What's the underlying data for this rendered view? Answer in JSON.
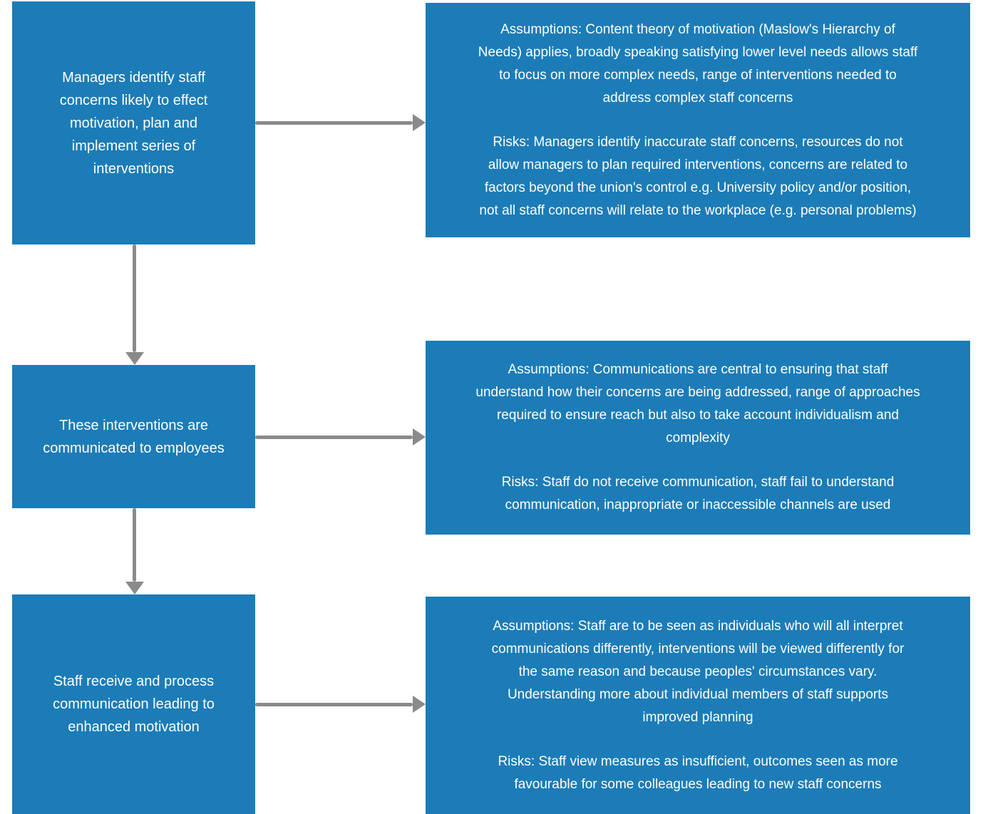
{
  "colors": {
    "node_fill": "#1c7cb7",
    "node_text": "#ffffff",
    "arrow": "#8a8a8a",
    "background": "#ffffff"
  },
  "flow": {
    "steps": [
      {
        "label": "Managers identify staff\nconcerns likely to effect\nmotivation, plan and\nimplement series of\ninterventions"
      },
      {
        "label": "These interventions are\ncommunicated to employees"
      },
      {
        "label": "Staff receive and process\ncommunication leading to\nenhanced motivation"
      }
    ],
    "notes": [
      {
        "assumptions": "Assumptions: Content theory of motivation (Maslow's Hierarchy of\nNeeds) applies, broadly speaking satisfying lower level needs allows staff\nto focus on more complex needs, range of interventions needed to\naddress complex staff concerns",
        "risks": "Risks: Managers identify inaccurate staff concerns, resources do not\nallow managers to plan required interventions, concerns are related to\nfactors beyond the union's control e.g. University policy and/or position,\nnot all staff concerns will relate to the workplace (e.g. personal problems)"
      },
      {
        "assumptions": "Assumptions: Communications are central to ensuring that staff\nunderstand how their concerns are being addressed, range of approaches\nrequired to ensure reach but also to take account individualism and\ncomplexity",
        "risks": "Risks: Staff do not receive communication, staff fail to understand\ncommunication, inappropriate or inaccessible channels are used"
      },
      {
        "assumptions": "Assumptions: Staff are to be seen as individuals who will all interpret\ncommunications differently, interventions will be viewed differently for\nthe same reason and because peoples' circumstances vary.\nUnderstanding more about individual members of staff supports\nimproved planning",
        "risks": "Risks: Staff view measures as insufficient, outcomes seen as more\nfavourable for some colleagues leading to new staff concerns"
      }
    ]
  }
}
